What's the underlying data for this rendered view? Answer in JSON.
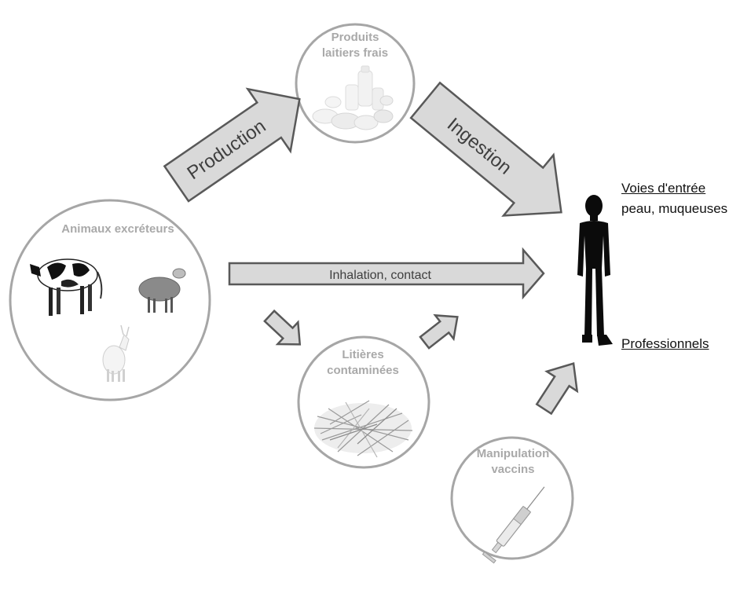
{
  "nodes": {
    "dairy": {
      "label_line1": "Produits",
      "label_line2": "laitiers frais"
    },
    "animals": {
      "label": "Animaux excréteurs"
    },
    "litter": {
      "label_line1": "Litières",
      "label_line2": "contaminées"
    },
    "vaccines": {
      "label_line1": "Manipulation",
      "label_line2": "vaccins"
    }
  },
  "arrows": {
    "production": "Production",
    "ingestion": "Ingestion",
    "inhalation": "Inhalation, contact"
  },
  "human": {
    "entry_title": "Voies d'entrée",
    "entry_detail": "peau, muqueuses",
    "professionals": "Professionnels"
  },
  "colors": {
    "circle_stroke": "#a6a6a6",
    "arrow_fill": "#d9d9d9",
    "arrow_stroke": "#595959",
    "label_gray": "#a9a9a9"
  }
}
